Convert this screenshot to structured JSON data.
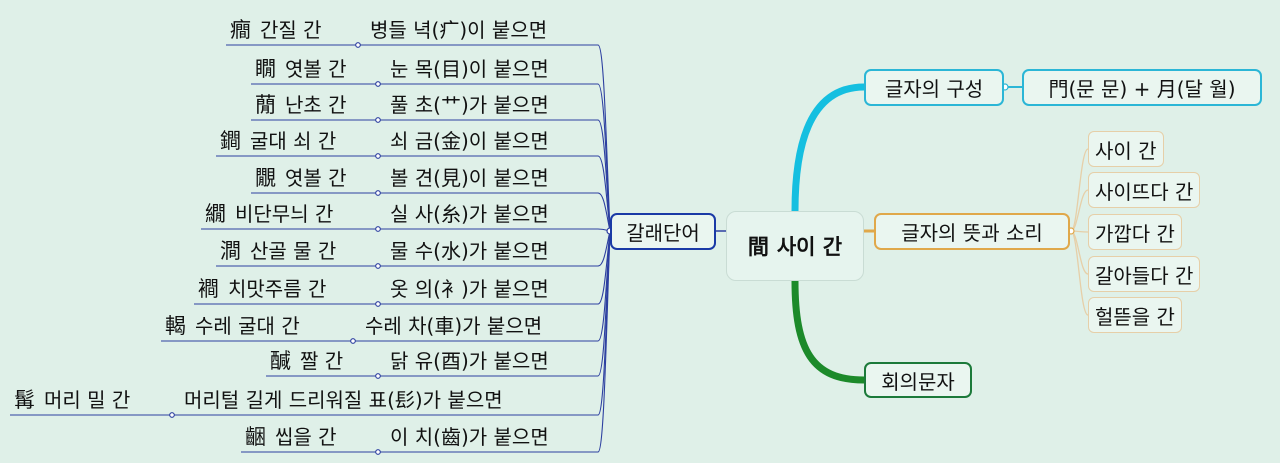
{
  "central": {
    "hanja": "間",
    "reading": "사이 간"
  },
  "branches": {
    "composition": {
      "label": "글자의 구성",
      "detail": "門(문 문) + 月(달 월)"
    },
    "meaning": {
      "label": "글자의 뜻과 소리",
      "items": [
        "사이 간",
        "사이뜨다 간",
        "가깝다 간",
        "갈아들다 간",
        "헐뜯을 간"
      ]
    },
    "type": {
      "label": "회의문자"
    },
    "derived": {
      "label": "갈래단어",
      "items": [
        {
          "hanja": "癎",
          "word": "간질 간",
          "explain": "병들 녁(疒)이 붙으면"
        },
        {
          "hanja": "瞯",
          "word": "엿볼 간",
          "explain": "눈 목(目)이 붙으면"
        },
        {
          "hanja": "蕑",
          "word": "난초 간",
          "explain": "풀 초(艹)가 붙으면"
        },
        {
          "hanja": "鐧",
          "word": "굴대 쇠 간",
          "explain": "쇠 금(金)이 붙으면"
        },
        {
          "hanja": "覵",
          "word": "엿볼 간",
          "explain": "볼 견(見)이 붙으면"
        },
        {
          "hanja": "繝",
          "word": "비단무늬 간",
          "explain": "실 사(糸)가 붙으면"
        },
        {
          "hanja": "澗",
          "word": "산골 물 간",
          "explain": "물 수(水)가 붙으면"
        },
        {
          "hanja": "襇",
          "word": "치맛주름 간",
          "explain": "옷 의(衤)가 붙으면"
        },
        {
          "hanja": "輵",
          "word": "수레 굴대 간",
          "explain": "수레 차(車)가 붙으면"
        },
        {
          "hanja": "醎",
          "word": "짤 간",
          "explain": "닭 유(酉)가 붙으면"
        },
        {
          "hanja": "髯",
          "word": "머리 밀 간",
          "explain": "머리털 길게 드리워질 표(髟)가 붙으면"
        },
        {
          "hanja": "齫",
          "word": "씹을 간",
          "explain": "이 치(齒)가 붙으면"
        }
      ]
    }
  },
  "colors": {
    "background": "#dff0e8",
    "derived_branch": "#1a3aa6",
    "composition_branch": "#2bb6d6",
    "meaning_branch": "#e0a84a",
    "type_branch": "#1c7a3a"
  }
}
